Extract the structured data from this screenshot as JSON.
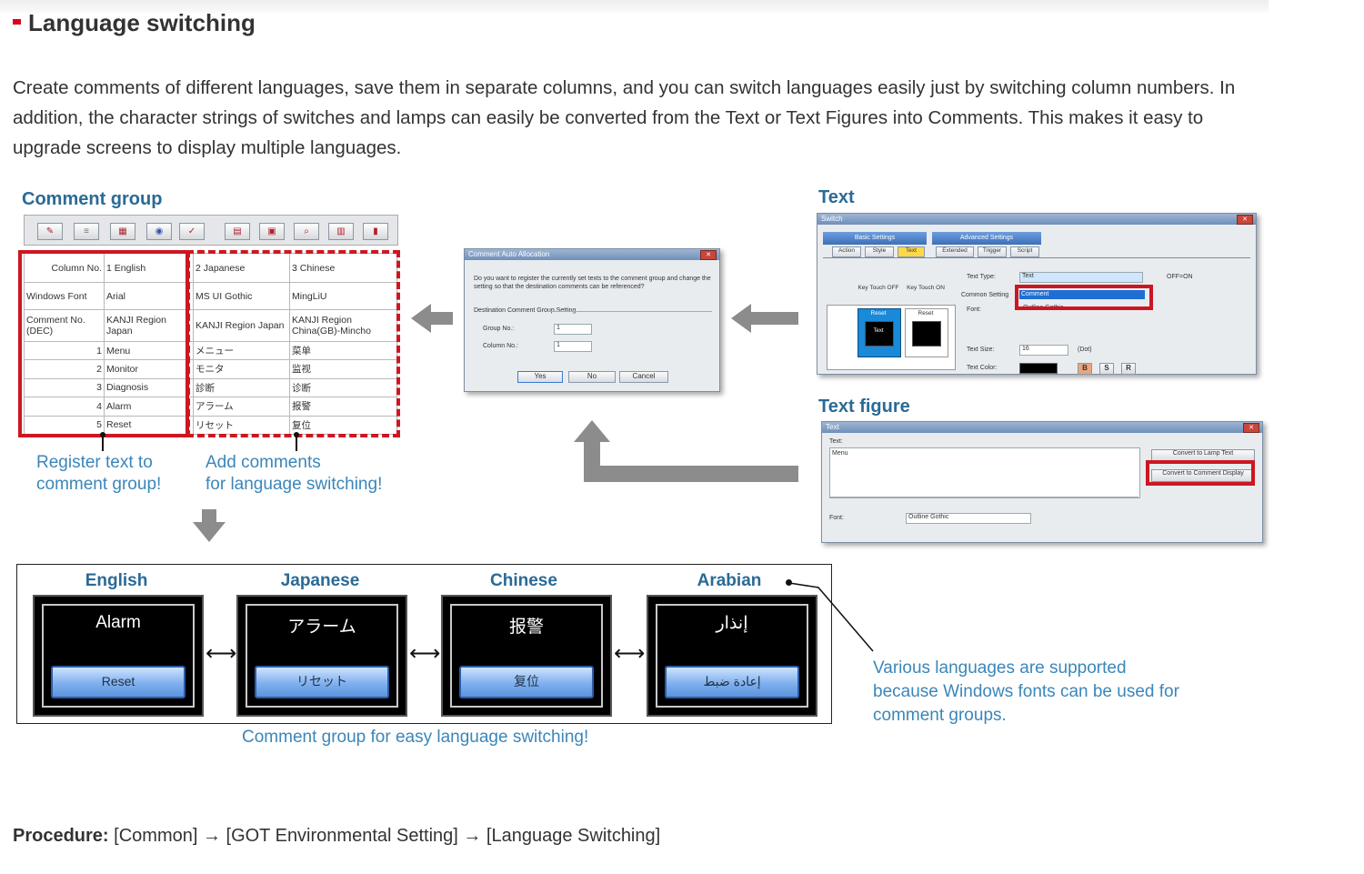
{
  "heading": "Language switching",
  "intro": "Create comments of different languages, save them in separate columns, and you can switch languages easily just by switching column numbers. In addition, the character strings of switches and lamps can easily be converted from the Text or Text Figures into Comments. This makes it easy to upgrade screens to display multiple languages.",
  "comment_group": {
    "title": "Comment group",
    "toolbar_icon_count": 10,
    "header_rows": [
      [
        "Column No.",
        "1 English",
        "2 Japanese",
        "3 Chinese"
      ],
      [
        "Windows Font",
        "Arial",
        "MS UI Gothic",
        "MingLiU"
      ],
      [
        "Comment No. (DEC)",
        "KANJI Region Japan",
        "KANJI Region Japan",
        "KANJI Region China(GB)-Mincho"
      ]
    ],
    "rows": [
      [
        "1",
        "Menu",
        "メニュー",
        "菜单"
      ],
      [
        "2",
        "Monitor",
        "モニタ",
        "监视"
      ],
      [
        "3",
        "Diagnosis",
        "診断",
        "诊断"
      ],
      [
        "4",
        "Alarm",
        "アラーム",
        "报警"
      ],
      [
        "5",
        "Reset",
        "リセット",
        "复位"
      ]
    ],
    "caption_register": "Register text to\ncomment group!",
    "caption_add": "Add comments\nfor language switching!"
  },
  "auto_alloc_dialog": {
    "title": "Comment Auto Allocation",
    "message": "Do you want to register the currently set texts to the comment group and change the setting so that the destination comments can be referenced?",
    "group_title": "Destination Comment Group Setting",
    "group_no_label": "Group No.:",
    "group_no_value": "1",
    "column_no_label": "Column No.:",
    "column_no_value": "1",
    "yes": "Yes",
    "no": "No",
    "cancel": "Cancel"
  },
  "text_section": {
    "title": "Text",
    "window_title": "Switch",
    "tab_basic": "Basic Settings",
    "tab_advanced": "Advanced Settings",
    "subtabs": [
      "Action",
      "Style",
      "Text",
      "Extended",
      "Trigger",
      "Script"
    ],
    "key_off": "Key Touch OFF",
    "key_on": "Key Touch ON",
    "reset_label": "Reset",
    "preview_text": "Text",
    "text_type_label": "Text Type:",
    "text_type_value": "Text",
    "off_on_label": "OFF=ON",
    "common_setting_label": "Common Setting",
    "common_setting_value": "Comment",
    "font_label": "Font:",
    "font_value": "Outline Gothic",
    "text_size_label": "Text Size:",
    "text_size_value": "16",
    "dot_label": "(Dot)",
    "text_color_label": "Text Color:",
    "style_buttons": [
      "B",
      "S",
      "R"
    ]
  },
  "text_figure_section": {
    "title": "Text figure",
    "window_title": "Text",
    "text_label": "Text:",
    "text_value": "Menu",
    "btn_lamp": "Convert to Lamp Text",
    "btn_comment": "Convert to Comment Display",
    "font_label": "Font:",
    "font_value": "Outline Gothic"
  },
  "languages": [
    {
      "name": "English",
      "word": "Alarm",
      "button": "Reset"
    },
    {
      "name": "Japanese",
      "word": "アラーム",
      "button": "リセット"
    },
    {
      "name": "Chinese",
      "word": "报警",
      "button": "复位"
    },
    {
      "name": "Arabian",
      "word": "إنذار",
      "button": "إعادة ضبط"
    }
  ],
  "lang_caption": "Comment group for easy language switching!",
  "windows_note": "Various languages are supported\nbecause Windows fonts can be used for\ncomment groups.",
  "procedure": {
    "label": "Procedure:",
    "steps": "[Common] → [GOT Environmental Setting] → [Language Switching]"
  },
  "colors": {
    "highlight_red": "#cc1722",
    "heading_blue": "#2a6a96",
    "caption_blue": "#3b86b9",
    "arrow_gray": "#8c8c8c"
  }
}
